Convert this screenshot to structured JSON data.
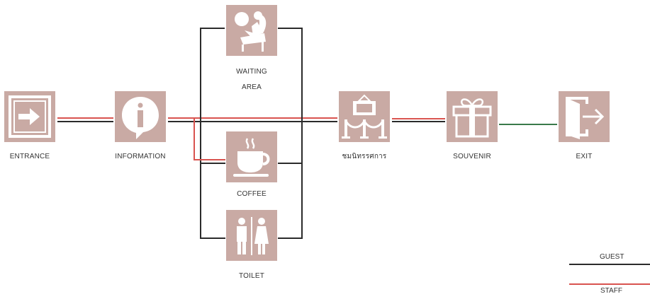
{
  "colors": {
    "node_bg": "#c9aaa4",
    "guest": "#2b2b2b",
    "staff": "#d9534f",
    "shared_exit": "#3a7a4a"
  },
  "nodes": {
    "entrance": {
      "label": "ENTRANCE",
      "icon": "arrow-into-door-icon"
    },
    "information": {
      "label": "INFORMATION",
      "icon": "info-speech-bubble-icon"
    },
    "waiting": {
      "label_line1": "WAITING",
      "label_line2": "AREA",
      "icon": "person-in-armchair-icon"
    },
    "coffee": {
      "label": "COFFEE",
      "icon": "coffee-cup-icon"
    },
    "toilet": {
      "label": "TOILET",
      "icon": "restroom-icon"
    },
    "exhibition": {
      "label": "ชมนิทรรศการ",
      "icon": "exhibit-frame-icon"
    },
    "souvenir": {
      "label": "SOUVENIR",
      "icon": "gift-box-icon"
    },
    "exit": {
      "label": "EXIT",
      "icon": "exit-door-icon"
    }
  },
  "legend": {
    "guest": "GUEST",
    "staff": "STAFF"
  }
}
